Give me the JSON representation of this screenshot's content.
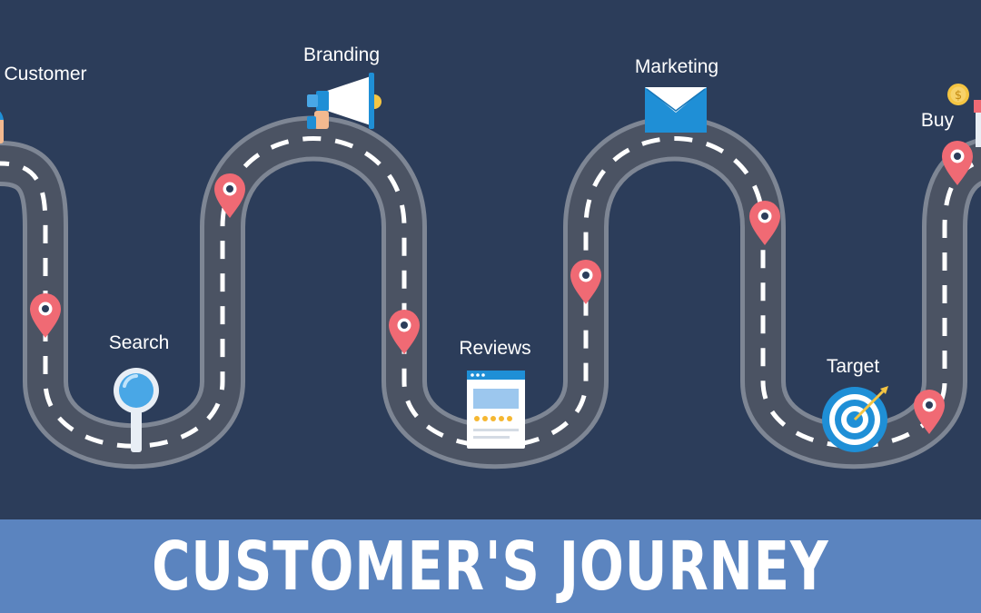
{
  "stages": {
    "customer": "Customer",
    "search": "Search",
    "branding": "Branding",
    "reviews": "Reviews",
    "marketing": "Marketing",
    "target": "Target",
    "buy": "Buy"
  },
  "coin_symbol": "$",
  "banner_title": "CUSTOMER'S JOURNEY",
  "colors": {
    "background": "#2c3d5a",
    "road": "#4b5363",
    "road_edge": "#7e8694",
    "lane_marking": "#ffffff",
    "pin": "#f06a74",
    "banner": "#5b84bf",
    "accent_blue": "#1f8fd6"
  },
  "icons": [
    "person-icon",
    "magnifier-icon",
    "megaphone-icon",
    "review-page-icon",
    "envelope-icon",
    "target-icon",
    "coin-icon",
    "map-pin-icon"
  ]
}
